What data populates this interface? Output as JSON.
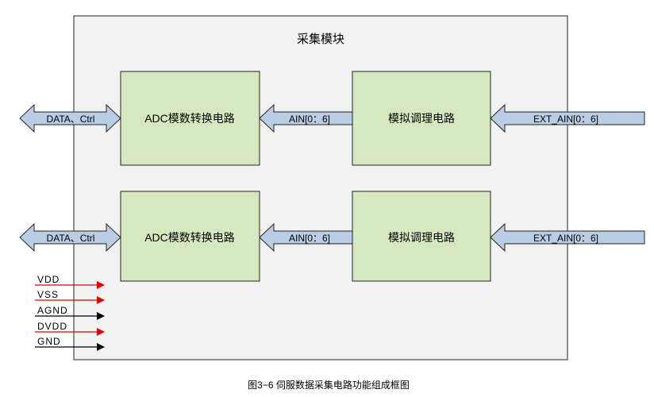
{
  "module": {
    "title": "采集模块"
  },
  "channels": [
    {
      "adc_label": "ADC模数转换电路",
      "cond_label": "模拟调理电路",
      "ain_label": "AIN[0：6]",
      "ext_label": "EXT_AIN[0：6]",
      "data_label": "DATA、Ctrl"
    },
    {
      "adc_label": "ADC模数转换电路",
      "cond_label": "模拟调理电路",
      "ain_label": "AIN[0：6]",
      "ext_label": "EXT_AIN[0：6]",
      "data_label": "DATA、Ctrl"
    }
  ],
  "power": [
    {
      "label": "VDD",
      "color": "#e00000"
    },
    {
      "label": "VSS",
      "color": "#e00000"
    },
    {
      "label": "AGND",
      "color": "#000000"
    },
    {
      "label": "DVDD",
      "color": "#e00000"
    },
    {
      "label": "GND",
      "color": "#000000"
    }
  ],
  "caption": "图3−6 伺服数据采集电路功能组成框图",
  "colors": {
    "module_fill": "#f2f2f2",
    "block_fill": "#d6e8bf",
    "arrow_fill": "#b9cde4",
    "stroke": "#222222"
  }
}
